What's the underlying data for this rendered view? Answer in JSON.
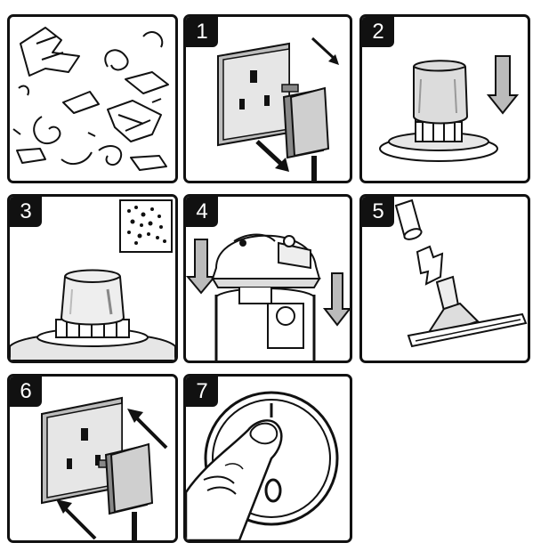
{
  "steps": [
    {
      "number": ""
    },
    {
      "number": "1"
    },
    {
      "number": "2"
    },
    {
      "number": "3"
    },
    {
      "number": "4"
    },
    {
      "number": "5"
    },
    {
      "number": "6"
    },
    {
      "number": "7"
    }
  ],
  "colors": {
    "ink": "#111111",
    "paper": "#ffffff",
    "shade": "#bdbdbd",
    "dark_shade": "#888888"
  }
}
